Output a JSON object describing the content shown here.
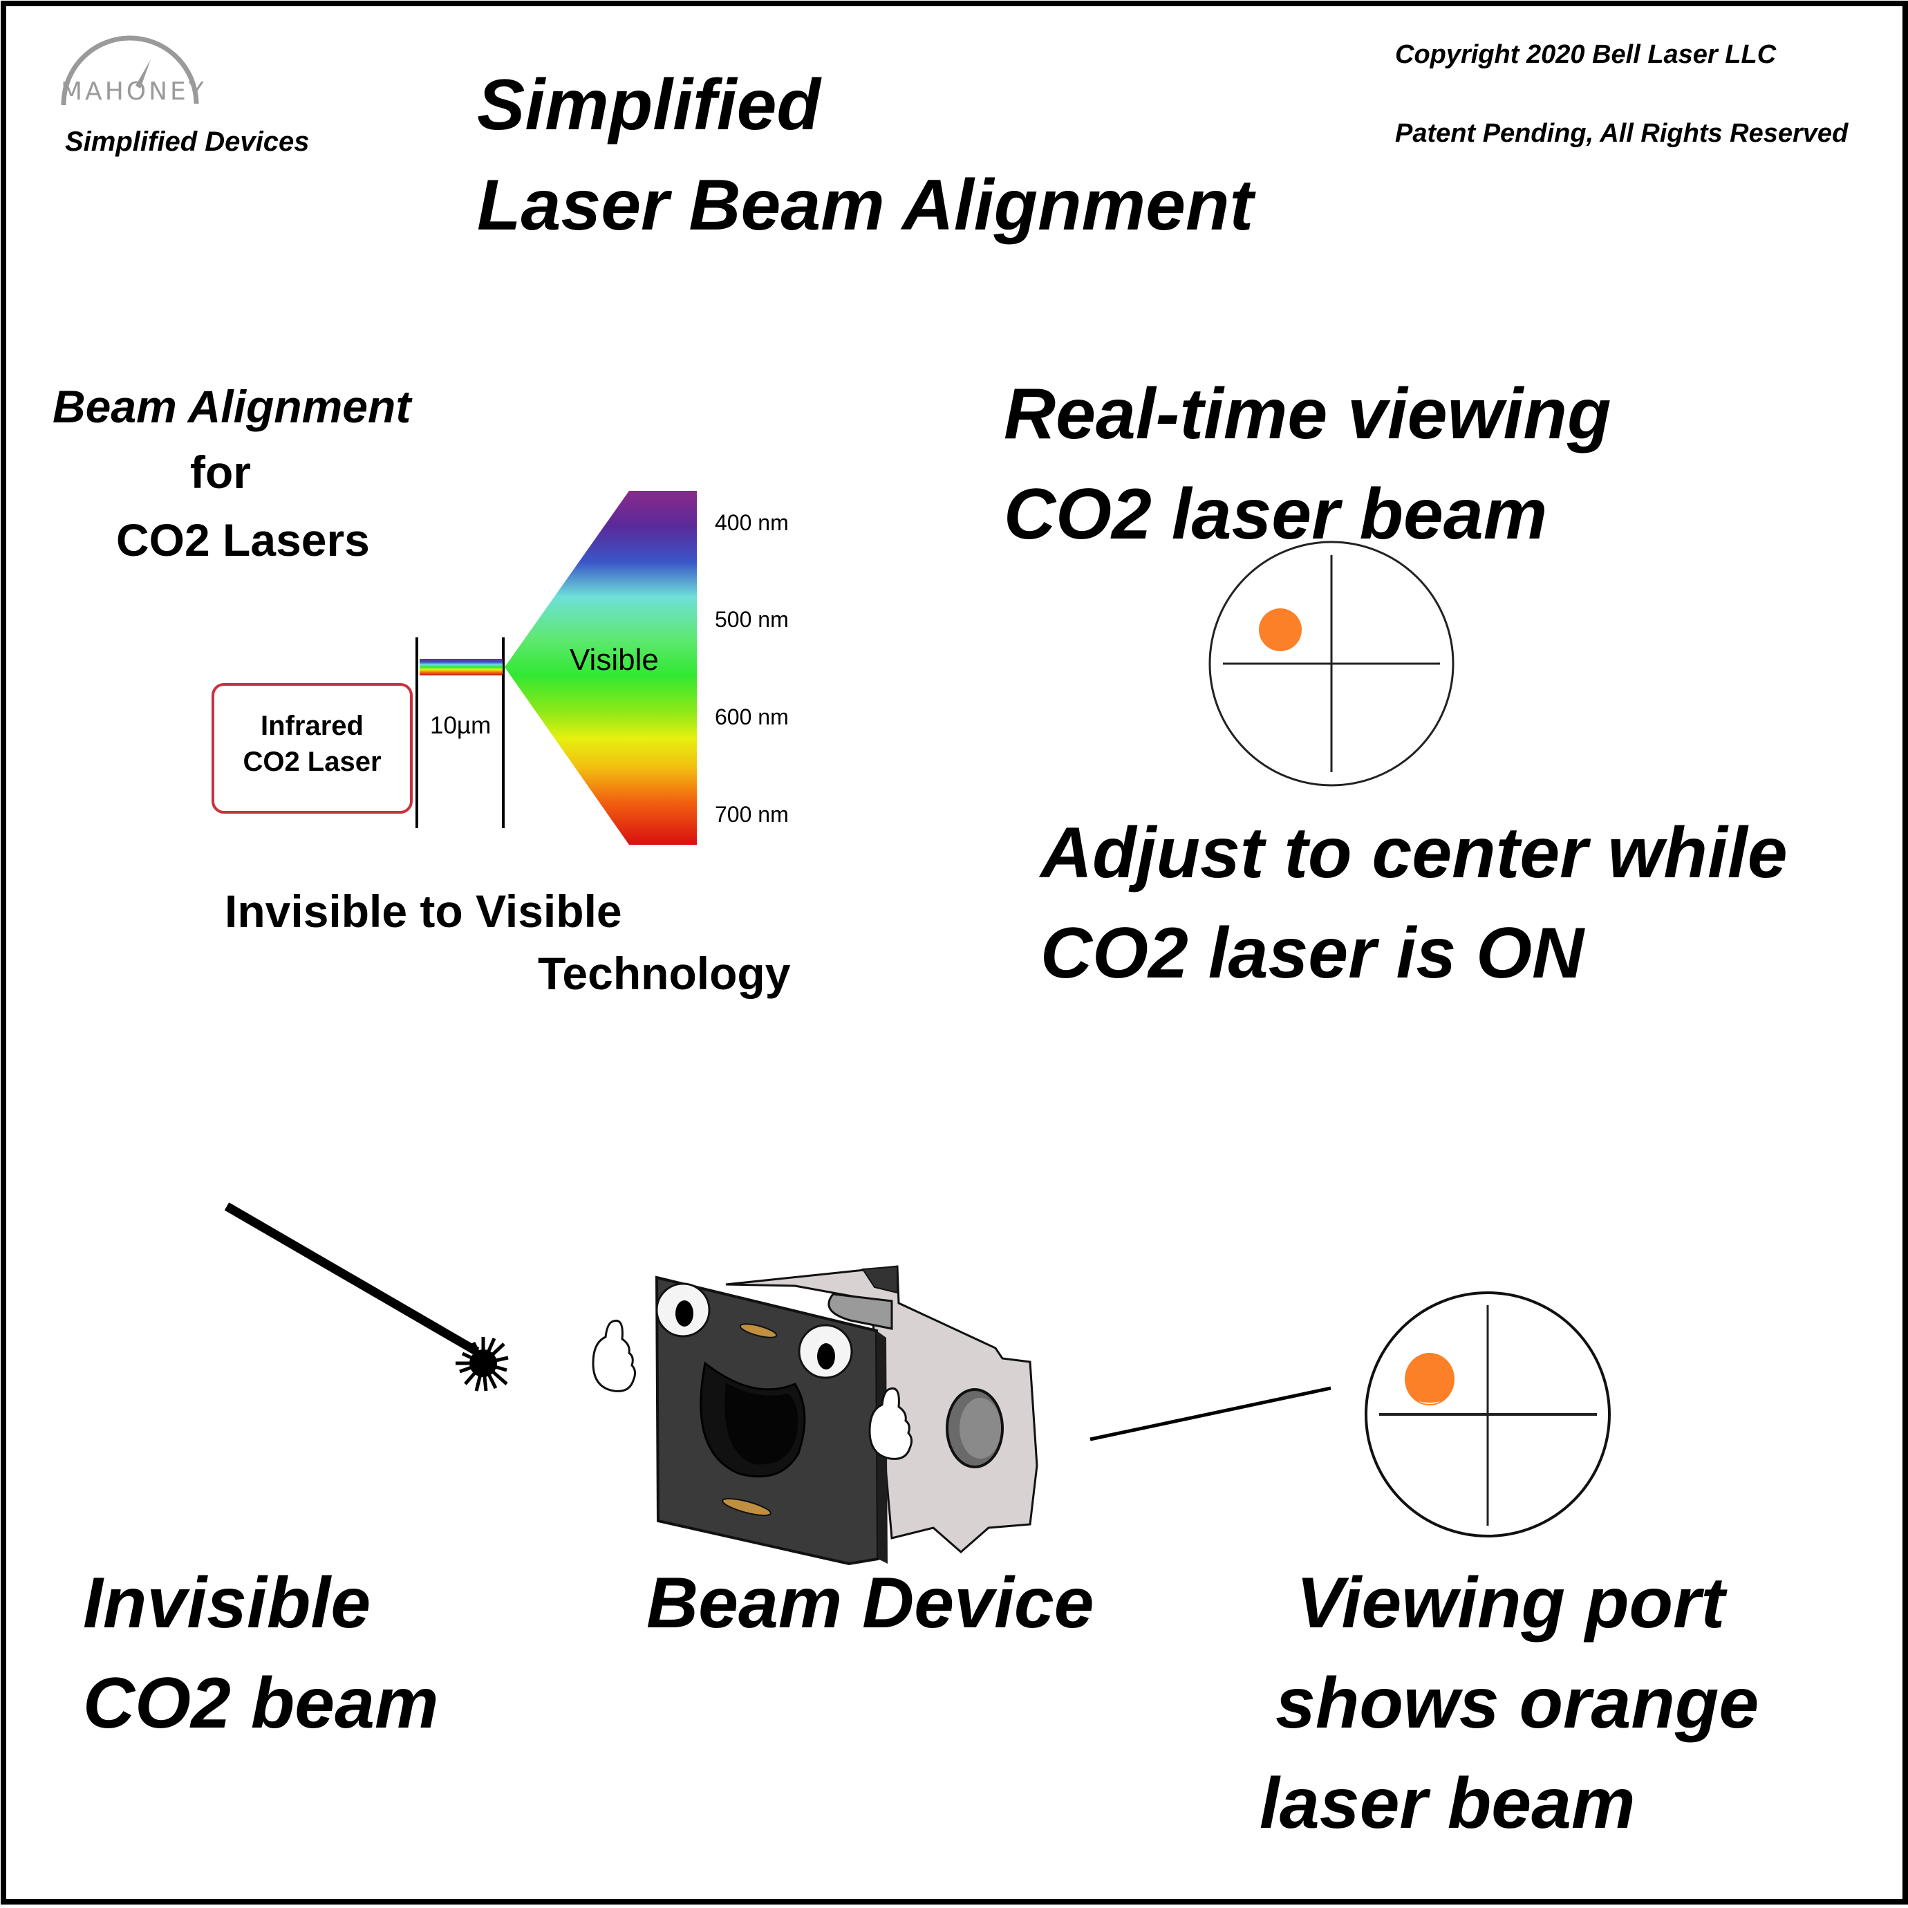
{
  "header": {
    "logo": {
      "wordmark": "MAHONEY",
      "tagline": "Simplified Devices"
    },
    "title_line1": "Simplified",
    "title_line2": "Laser Beam Alignment",
    "copyright": "Copyright 2020 Bell Laser LLC",
    "patent": "Patent Pending, All Rights Reserved"
  },
  "left_section": {
    "heading_line1": "Beam Alignment",
    "heading_line2": "for",
    "heading_line3": "CO2 Lasers",
    "spectrum_diagram": {
      "source_box_line1": "Infrared",
      "source_box_line2": "CO2 Laser",
      "gap_label": "10µm",
      "fan_label": "Visible",
      "wavelength_labels": [
        "400 nm",
        "500 nm",
        "600 nm",
        "700 nm"
      ],
      "source_box_color": "#c8323c"
    },
    "caption_line1": "Invisible to Visible",
    "caption_line2": "Technology"
  },
  "right_section": {
    "heading_line1": "Real-time viewing",
    "heading_line2": "CO2 laser beam",
    "instruction_line1": "Adjust to center while",
    "instruction_line2": "CO2 laser is ON",
    "spot_color": "#fb8028"
  },
  "bottom_section": {
    "beam_caption_line1": "Invisible",
    "beam_caption_line2": "CO2 beam",
    "device_caption": "Beam Device",
    "port_caption_line1": "Viewing port",
    "port_caption_line2": "shows orange",
    "port_caption_line3": "laser beam"
  }
}
